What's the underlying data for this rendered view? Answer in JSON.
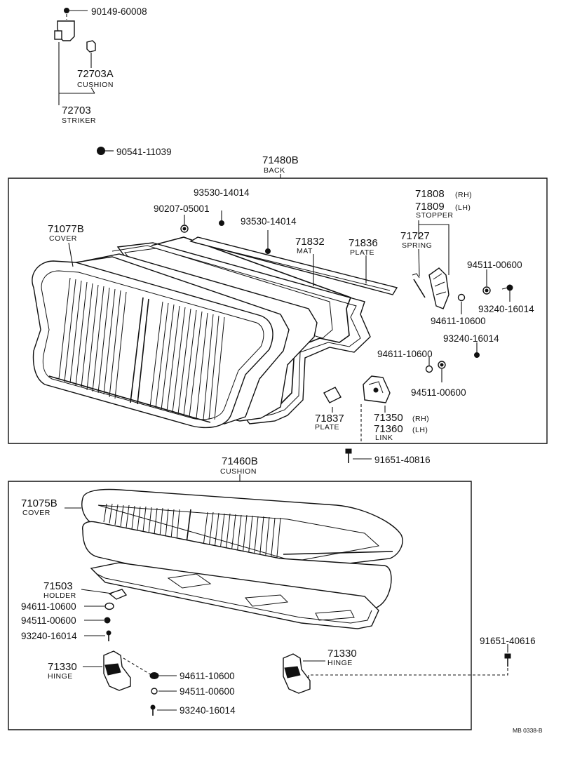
{
  "parts": {
    "p90149": "90149-60008",
    "p72703A": "72703A",
    "p72703A_name": "CUSHION",
    "p72703": "72703",
    "p72703_name": "STRIKER",
    "p90541": "90541-11039",
    "p71480B": "71480B",
    "p71480B_name": "BACK",
    "p93530a": "93530-14014",
    "p90207": "90207-05001",
    "p93530b": "93530-14014",
    "p71077B": "71077B",
    "p71077B_name": "COVER",
    "p71832": "71832",
    "p71832_name": "MAT",
    "p71836": "71836",
    "p71836_name": "PLATE",
    "p71808": "71808",
    "p71808_side": "(RH)",
    "p71809": "71809",
    "p71809_side": "(LH)",
    "p71808_name": "STOPPER",
    "p71727": "71727",
    "p71727_name": "SPRING",
    "p94511a": "94511-00600",
    "p93240a": "93240-16014",
    "p94611a": "94611-10600",
    "p93240b": "93240-16014",
    "p94611b": "94611-10600",
    "p94511b": "94511-00600",
    "p71837": "71837",
    "p71837_name": "PLATE",
    "p71350": "71350",
    "p71350_side": "(RH)",
    "p71360": "71360",
    "p71360_side": "(LH)",
    "p71350_name": "LINK",
    "p91651a": "91651-40816",
    "p71460B": "71460B",
    "p71460B_name": "CUSHION",
    "p71075B": "71075B",
    "p71075B_name": "COVER",
    "p71503": "71503",
    "p71503_name": "HOLDER",
    "p94611c": "94611-10600",
    "p94511c": "94511-00600",
    "p93240c": "93240-16014",
    "p71330a": "71330",
    "p71330a_name": "HINGE",
    "p71330b": "71330",
    "p71330b_name": "HINGE",
    "p94611d": "94611-10600",
    "p94511d": "94511-00600",
    "p93240d": "93240-16014",
    "p91651b": "91651-40616",
    "ref": "MB 0338-B"
  }
}
